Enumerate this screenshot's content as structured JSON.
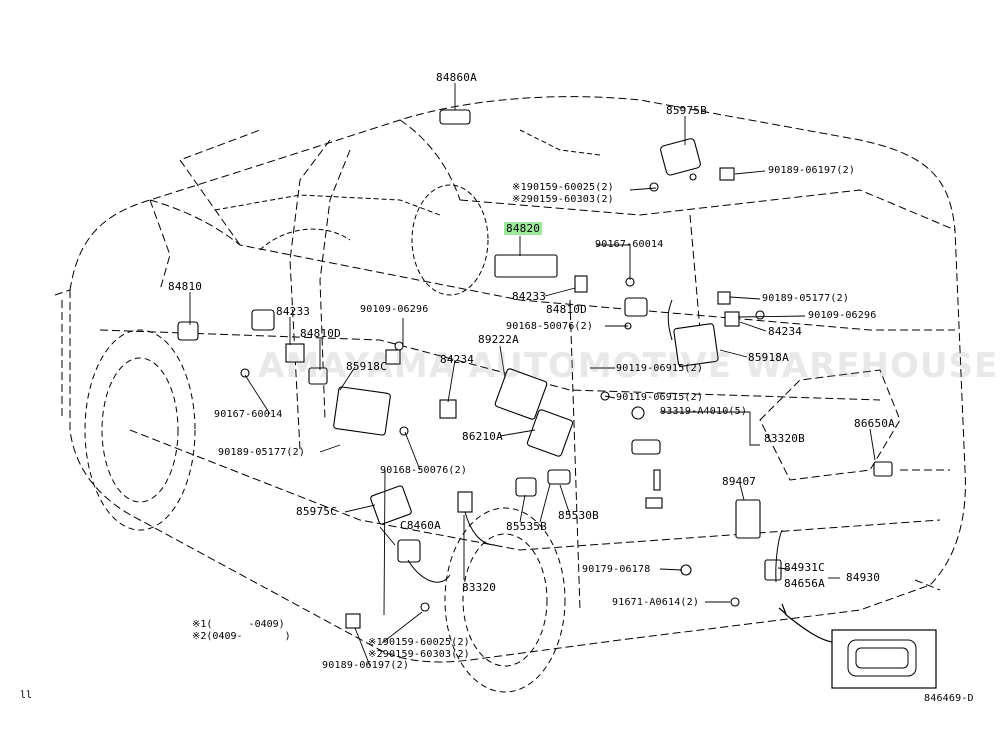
{
  "watermark": "AMAYAMA AUTOMOTIVE WAREHOUSE",
  "highlight_color": "#9be89b",
  "diagram_code": "846469-D",
  "corner_mark": "ll",
  "footnotes": {
    "n1": "※1(      -0409)",
    "n2": "※2(0409-       )"
  },
  "labels": {
    "p84860A": "84860A",
    "p85975B": "85975B",
    "p90189_06197_top": "90189-06197(2)",
    "p90159_60025_top": "※190159-60025(2)",
    "p90159_60303_top": "※290159-60303(2)",
    "p84820": "84820",
    "p90167_60014_r": "90167-60014",
    "p84810_l": "84810",
    "p84233_l": "84233",
    "p84233_m": "84233",
    "p84810D_m": "84810D",
    "p90189_05177_r": "90189-05177(2)",
    "p90109_06296_l": "90109-06296",
    "p90109_06296_r": "90109-06296",
    "p84810D_l": "84810D",
    "p90168_50076_r": "90168-50076(2)",
    "p84234_r": "84234",
    "p89222A": "89222A",
    "p84234_m": "84234",
    "p85918C": "85918C",
    "p85918A": "85918A",
    "p90119_06915_a": "90119-06915(2)",
    "p90119_06915_b": "90119-06915(2)",
    "p90167_60014_l": "90167-60014",
    "p93319": "93319-A4010(5)",
    "p86210A": "86210A",
    "p83320B": "83320B",
    "p86650A": "86650A",
    "p90189_05177_l": "90189-05177(2)",
    "p90168_50076_l": "90168-50076(2)",
    "p89407": "89407",
    "p85975C": "85975C",
    "p85535B": "85535B",
    "p85530B": "85530B",
    "pC8460A": "C8460A",
    "p84931C": "84931C",
    "p84656A": "84656A",
    "p84930": "84930",
    "p90179_06178": "90179-06178",
    "p83320": "83320",
    "p91671": "91671-A0614(2)",
    "p90159_60025_bot": "※190159-60025(2)",
    "p90159_60303_bot": "※290159-60303(2)",
    "p90189_06197_bot": "90189-06197(2)"
  }
}
